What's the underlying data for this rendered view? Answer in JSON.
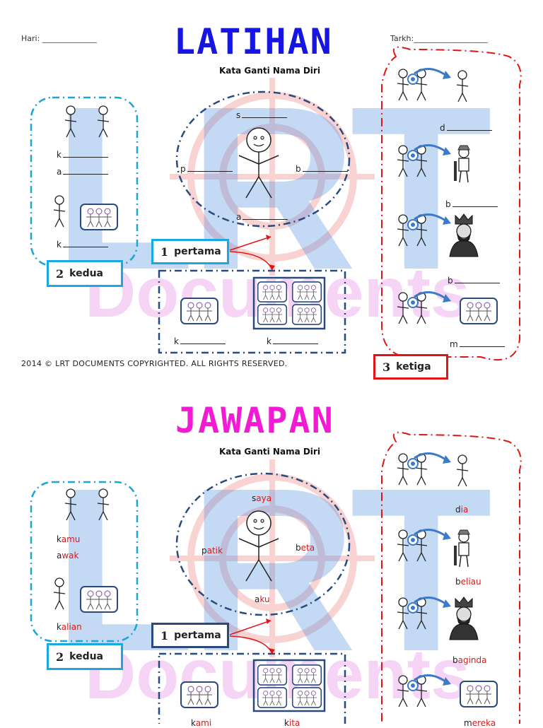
{
  "worksheet": {
    "hari_label": "Hari: ______________",
    "tarikh_label": "Tarkh:___________________",
    "title": "LATIHAN",
    "subtitle": "Kata Ganti Nama Diri",
    "watermark_letters": "LRT",
    "watermark_word": "Documents",
    "blanks": {
      "first_s": "s",
      "first_p": "p",
      "first_b": "b",
      "first_a": "a",
      "second_k1": "k",
      "second_a": "a",
      "second_k2": "k",
      "third_d": "d",
      "third_b1": "b",
      "third_b2": "b",
      "third_m": "m",
      "plural_k1": "k",
      "plural_k2": "k"
    },
    "tags": {
      "first_num": "1",
      "first_label": "pertama",
      "second_num": "2",
      "second_label": "kedua",
      "third_num": "3",
      "third_label": "ketiga"
    },
    "footer": "2014 © LRT DOCUMENTS COPYRIGHTED. ALL RIGHTS RESERVED."
  },
  "answers": {
    "title": "JAWAPAN",
    "subtitle": "Kata Ganti Nama Diri",
    "first": {
      "saya_h": "s",
      "saya_r": "aya",
      "patik_h": "p",
      "patik_r": "atik",
      "beta_h": "b",
      "beta_r": "eta",
      "aku_h": "a",
      "aku_r": "ku"
    },
    "second": {
      "kamu_h": "k",
      "kamu_r": "amu",
      "awak_h": "a",
      "awak_r": "wak",
      "kalian_h": "k",
      "kalian_r": "alian"
    },
    "third": {
      "dia_h": "d",
      "dia_r": "ia",
      "beliau_h": "b",
      "beliau_r": "eliau",
      "baginda_h": "b",
      "baginda_r": "aginda",
      "mereka_h": "m",
      "mereka_r": "ereka"
    },
    "plural": {
      "kami_h": "k",
      "kami_r": "ami",
      "kita_h": "k",
      "kita_r": "ita"
    },
    "tags": {
      "first_num": "1",
      "first_label": "pertama",
      "second_num": "2",
      "second_label": "kedua"
    }
  },
  "colors": {
    "title_latihan": "#1616e0",
    "title_jawapan": "#f21bd3",
    "tag_blue": "#1ba8e0",
    "tag_navy": "#2b4a7a",
    "tag_red": "#e01616",
    "dash_cyan": "#1aa6d6",
    "dash_navy": "#274b7c",
    "dash_red": "#e01616",
    "answer_red": "#d81a1a"
  }
}
